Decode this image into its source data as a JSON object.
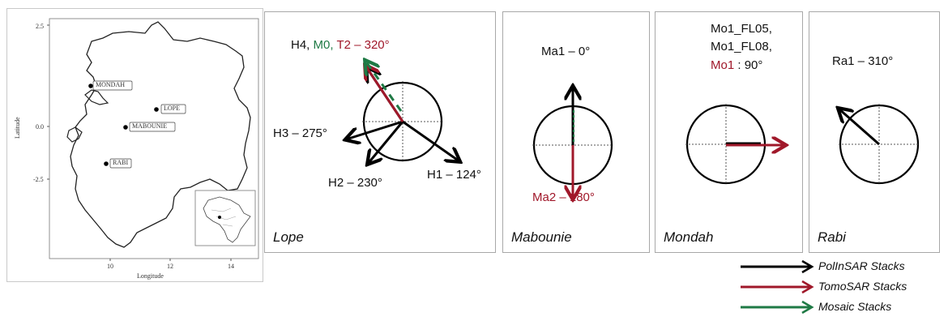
{
  "colors": {
    "polinsar": "#000000",
    "tomosar": "#a0182a",
    "mosaic": "#1f7a45"
  },
  "map": {
    "y_ticks": [
      "2.5",
      "0.0",
      "-2.5"
    ],
    "x_ticks": [
      "10",
      "12",
      "14"
    ],
    "xlabel": "Longitude",
    "ylabel": "Latitude",
    "sites": [
      "MONDAH",
      "LOPE",
      "MABOUNIE",
      "RABI"
    ]
  },
  "panels": {
    "lope": {
      "name": "Lope",
      "top_label": {
        "prefix": "H4,",
        "mosaic": "M0,",
        "tomo": "T2 – 320°"
      },
      "h3": "H3 – 275°",
      "h2": "H2 – 230°",
      "h1": "H1 – 124°"
    },
    "mabounie": {
      "name": "Mabounie",
      "top": "Ma1 – 0°",
      "bottom": "Ma2 – 180°"
    },
    "mondah": {
      "name": "Mondah",
      "line1": "Mo1_FL05,",
      "line2": "Mo1_FL08,",
      "line3_tomo": "Mo1",
      "line3_rest": " : 90°"
    },
    "rabi": {
      "name": "Rabi",
      "label": "Ra1 – 310°"
    }
  },
  "legend": [
    {
      "label": "PolInSAR Stacks",
      "color": "#000000"
    },
    {
      "label": "TomoSAR Stacks",
      "color": "#a0182a"
    },
    {
      "label": "Mosaic Stacks",
      "color": "#1f7a45"
    }
  ]
}
